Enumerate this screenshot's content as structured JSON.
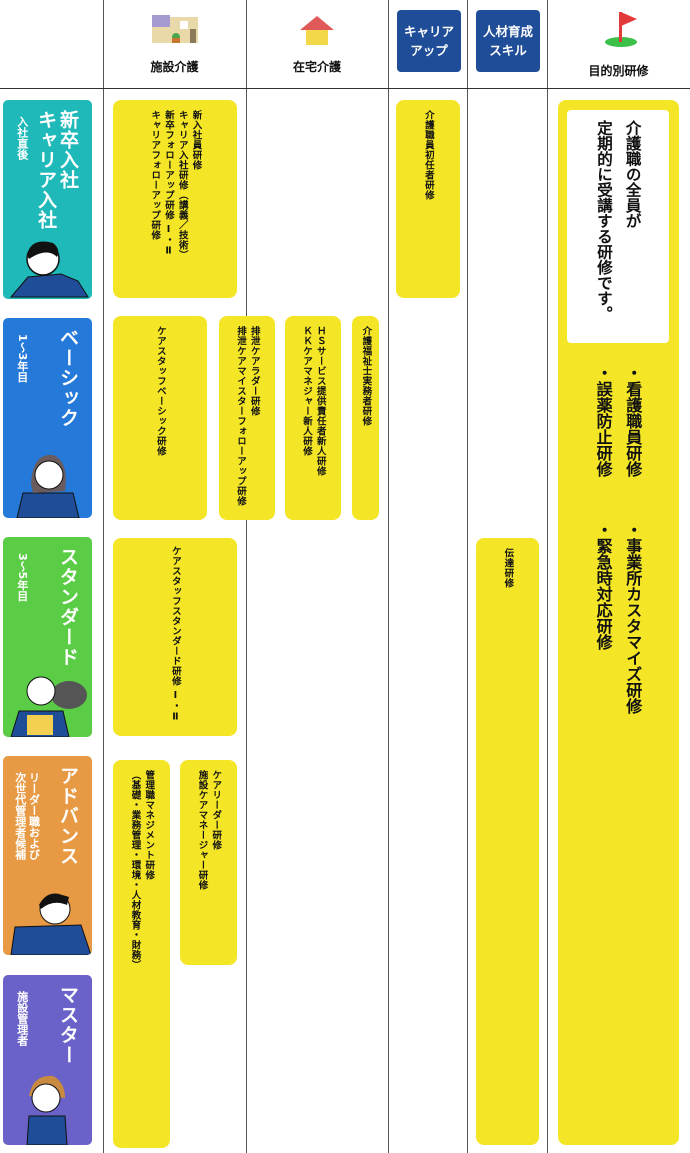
{
  "header": {
    "facility_care": {
      "label": "施設介護",
      "icon": "building-icon"
    },
    "home_care": {
      "label": "在宅介護",
      "icon": "house-icon"
    },
    "career_up": {
      "label_1": "キャリア",
      "label_2": "アップ"
    },
    "hr_skill": {
      "label_1": "人材育成",
      "label_2": "スキル"
    },
    "purpose": {
      "label": "目的別研修",
      "icon": "golf-flag-icon"
    }
  },
  "levels": [
    {
      "title": "新卒入社\nキャリア入社",
      "sub": "入社直後",
      "color": "#1fb9b9"
    },
    {
      "title": "ベーシック",
      "sub": "1〜3年目",
      "color": "#2479d9"
    },
    {
      "title": "スタンダード",
      "sub": "3〜5年目",
      "color": "#5bcc45"
    },
    {
      "title": "アドバンス",
      "sub": "リーダー職および\n次世代管理者候補",
      "color": "#e79a43"
    },
    {
      "title": "マスター",
      "sub": "施設管理者",
      "color": "#6a62c9"
    }
  ],
  "trainings": {
    "new_hire": "新入社員研修\nキャリア入社研修（講義／技術）\n新卒フォローアップ研修 Ⅰ・Ⅱ\nキャリアフォローアップ研修",
    "care_staff_basic": "ケアスタッフベーシック研修",
    "excretion": "排泄ケアラダー研修\n排泄ケアマイスターフォローアップ研修",
    "home_new": "ＨＳサービス提供責任者新人研修\nＫＫケアマネジャー新人研修",
    "care_worker_practice": "介護福祉士実務者研修",
    "care_staff_standard": "ケアスタッフスタンダード研修 Ⅰ・Ⅱ",
    "management": "管理職マネジメント研修\n（基礎・業務管理・環境・人材教育・財務）",
    "care_leader": "ケアリーダー研修\n施設ケアマネージャー研修",
    "initial_caregiver": "介護職員初任者研修",
    "transfer": "伝達研修"
  },
  "purpose": {
    "intro": "介護職の全員が\n定期的に受講する研修です。",
    "group_1": "・看護職員研修\n・誤薬防止研修",
    "group_2": "・事業所カスタマイズ研修\n・緊急時対応研修"
  },
  "colors": {
    "card": "#f4e626",
    "header_button": "#1f4d97"
  }
}
